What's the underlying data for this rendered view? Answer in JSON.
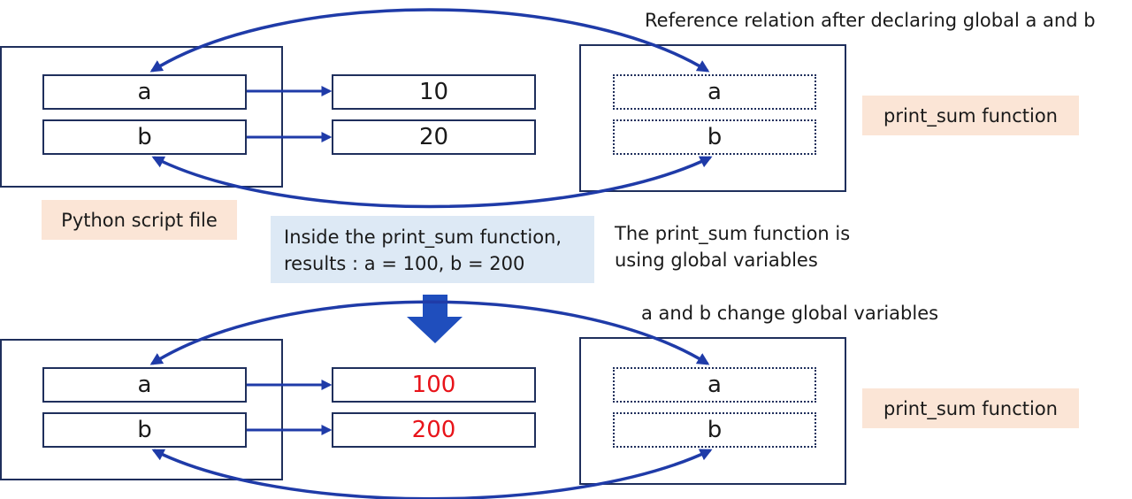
{
  "colors": {
    "arrow": "#1f3ba8",
    "frame": "#1f2f5c",
    "tag_bg": "#fbe5d6",
    "note_bg": "#dde9f5",
    "changed_value": "#e8141a"
  },
  "top": {
    "caption": "Reference relation after declaring global a and b",
    "script_vars": {
      "a": "a",
      "b": "b"
    },
    "values": {
      "a": "10",
      "b": "20"
    },
    "func_vars": {
      "a": "a",
      "b": "b"
    },
    "func_label": "print_sum function"
  },
  "middle": {
    "script_label": "Python script file",
    "result_note": "Inside the print_sum function,\nresults : a = 100, b = 200",
    "using_note": "The print_sum function is\nusing global variables",
    "down_arrow_icon": "down-arrow-icon"
  },
  "bottom": {
    "caption": "a and b change global variables",
    "script_vars": {
      "a": "a",
      "b": "b"
    },
    "values": {
      "a": "100",
      "b": "200"
    },
    "func_vars": {
      "a": "a",
      "b": "b"
    },
    "func_label": "print_sum function"
  }
}
